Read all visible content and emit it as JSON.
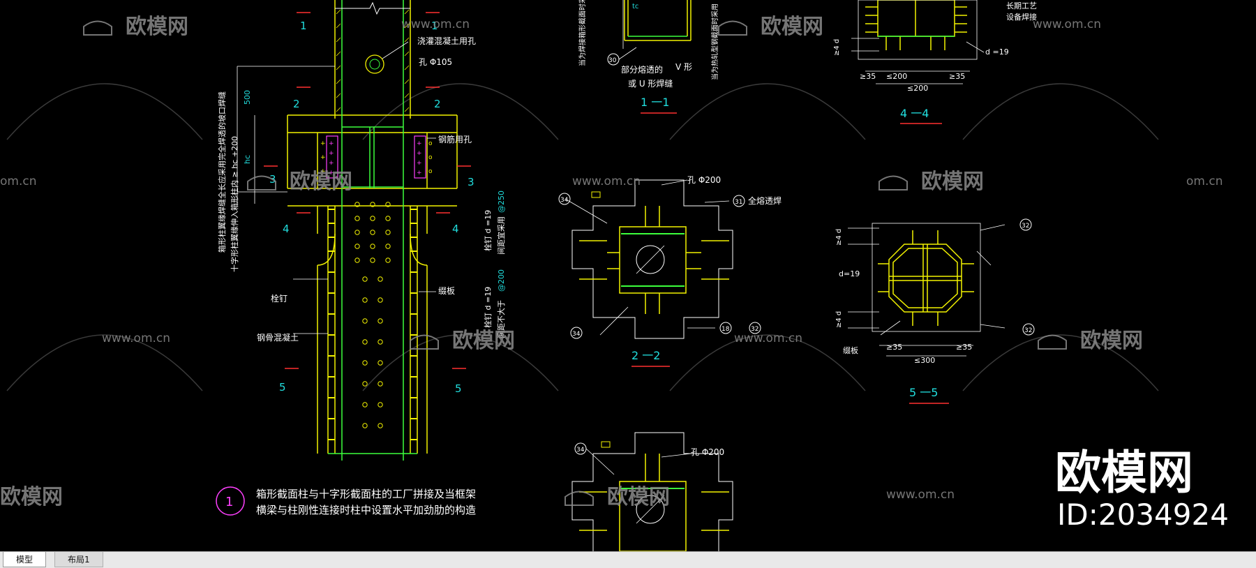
{
  "drawing": {
    "section_numbers": [
      "1",
      "2",
      "3",
      "4",
      "5"
    ],
    "elevation_labels": {
      "pour_hole": "浇灌混凝土用孔",
      "hole_dia": "孔 Φ105",
      "dim_500": "500",
      "rebar_hole": "钢筋用孔",
      "stud": "栓钉",
      "steel_concrete": "钢骨混凝土",
      "batten": "缀板",
      "stud_spec_upper": "栓钉 d =19",
      "stud_spacing_upper": "间距宜采用",
      "at250": "@250",
      "stud_spec_lower": "栓钉 d =19",
      "at200": "@200",
      "lower_note": "间距不大于",
      "vertical_note_1": "箱形柱翼缘焊缝全长应采用完全焊透的坡口焊缝",
      "vertical_note_2": "十字形柱翼缘伸入箱形柱内 ≥ hc +200",
      "h_dim": "hc"
    },
    "section_11": {
      "title": "1 一1",
      "weld_note_1": "部分熔透的",
      "weld_note_2": "或 U 形焊缝",
      "weld_note_v": "V 形",
      "left_vert_note": "当为焊接箱形截面时采用",
      "right_vert_note": "当为热轧型钢截面时采用",
      "num30": "30",
      "dim_tc": "tc"
    },
    "section_22": {
      "title": "2 一2",
      "hole": "孔 Φ200",
      "full_weld": "全熔透焊",
      "n34": "34",
      "n31": "31",
      "n18": "18",
      "n32": "32",
      "n34b": "34"
    },
    "section_44": {
      "title": "4 一4",
      "d19": "d =19",
      "ge35a": "≥35",
      "le200": "≤200",
      "ge35b": "≥35",
      "le200b": "≤200",
      "ge4d": "≥4 d",
      "top_note_1": "长期工艺",
      "top_note_2": "设备焊接"
    },
    "section_55": {
      "title": "5 一5",
      "d19": "d=19",
      "ge4d_top": "≥4 d",
      "ge4d_bot": "≥4 d",
      "ge35a": "≥35",
      "ge35b": "≥35",
      "le300": "≤300",
      "batten": "缀板",
      "n32a": "32",
      "n32b": "32"
    },
    "section_lower": {
      "hole": "孔 Φ200",
      "n34": "34"
    },
    "note": {
      "circle_num": "1",
      "line1": "箱形截面柱与十字形截面柱的工厂拼接及当框架",
      "line2": "横梁与柱刚性连接时柱中设置水平加劲肋的构造"
    }
  },
  "watermarks": {
    "brand": "欧模网",
    "url": "www.om.cn",
    "url_short": "om.cn",
    "brand_big": "欧模网",
    "id": "ID:2034924"
  },
  "tabs": [
    {
      "label": "模型",
      "active": true
    },
    {
      "label": "布局1",
      "active": false
    }
  ],
  "colors": {
    "yellow": "#f2f200",
    "green": "#3cff3c",
    "cyan": "#21dede",
    "white": "#ffffff",
    "red": "#ff3030",
    "magenta": "#ff40ff",
    "watermark": "#8a8a8a"
  }
}
